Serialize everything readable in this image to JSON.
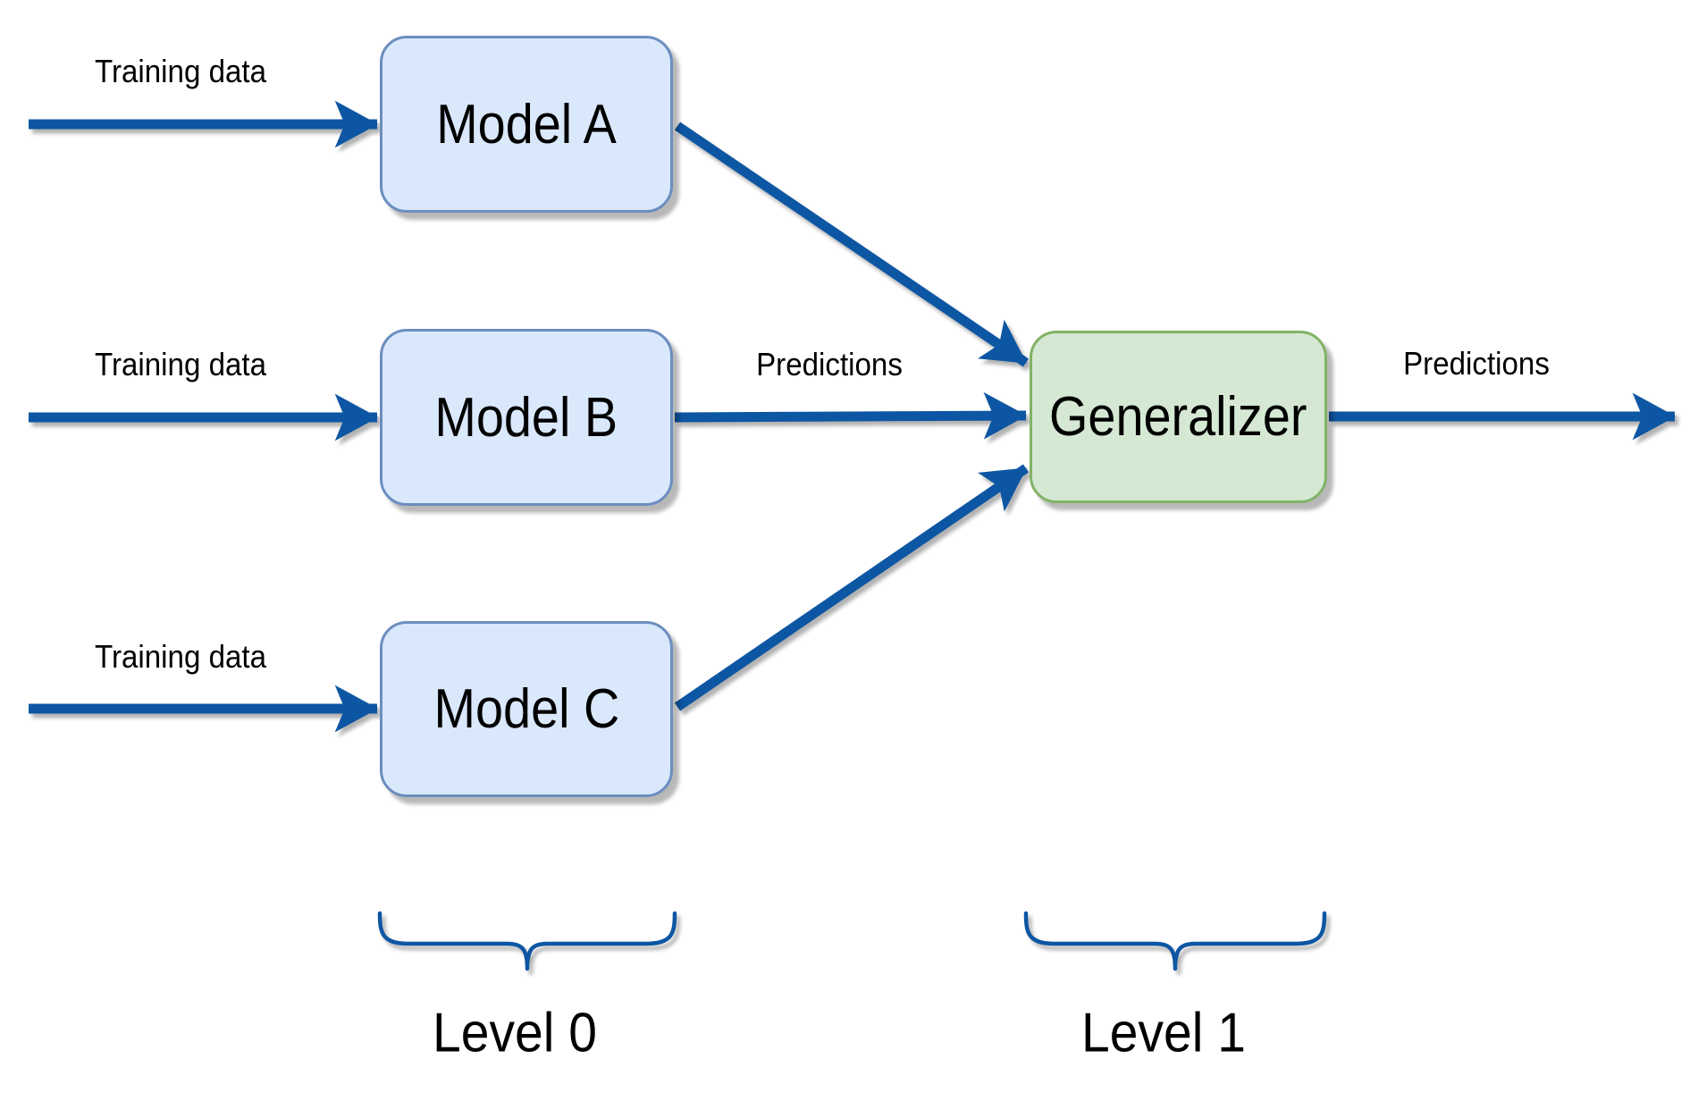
{
  "diagram": {
    "nodes": {
      "model_a": "Model A",
      "model_b": "Model B",
      "model_c": "Model C",
      "generalizer": "Generalizer"
    },
    "edge_labels": {
      "training_data_a": "Training data",
      "training_data_b": "Training data",
      "training_data_c": "Training data",
      "predictions_to_generalizer": "Predictions",
      "predictions_output": "Predictions"
    },
    "group_labels": {
      "level_0": "Level 0",
      "level_1": "Level 1"
    },
    "colors": {
      "arrow_blue": "#0d56a3",
      "model_box_fill": "#dae8fc",
      "model_box_border": "#6c8ebf",
      "generalizer_fill": "#d5e8d4",
      "generalizer_border": "#82b366",
      "label_text": "#000000",
      "background": "#ffffff"
    }
  }
}
